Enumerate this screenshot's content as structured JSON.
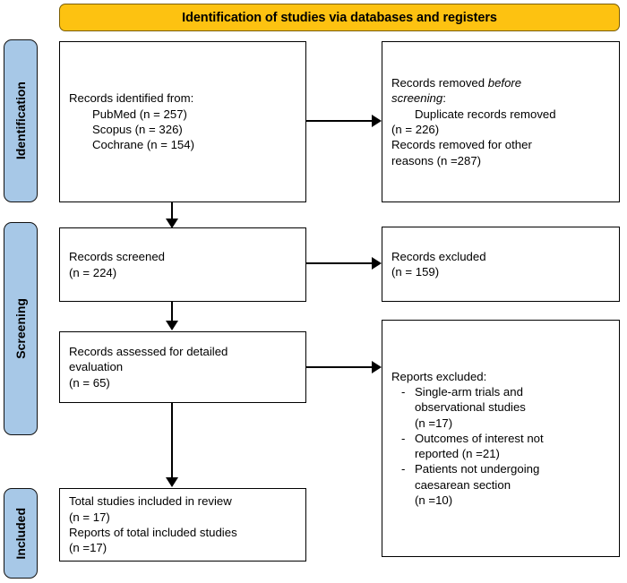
{
  "banner": {
    "title": "Identification of studies via databases and registers",
    "color": "#FDC211"
  },
  "stages": {
    "color": "#A7C8E7",
    "identification": "Identification",
    "screening": "Screening",
    "included": "Included"
  },
  "boxes": {
    "identified": {
      "line1": "Records identified from:",
      "line2": "PubMed (n = 257)",
      "line3": "Scopus (n = 326)",
      "line4": "Cochrane (n = 154)"
    },
    "removed": {
      "line1a": "Records removed ",
      "line1b": "before",
      "line2a": "screening",
      "line2b": ":",
      "line3": "Duplicate records removed",
      "line4": "(n = 226)",
      "line5": "Records removed for other",
      "line6": "reasons (n =287)"
    },
    "screened": {
      "line1": "Records screened",
      "line2": "(n = 224)"
    },
    "excluded": {
      "line1": "Records excluded",
      "line2": "(n = 159)"
    },
    "assessed": {
      "line1": "Records assessed for detailed",
      "line2": "evaluation",
      "line3": "(n = 65)"
    },
    "reports_excluded": {
      "heading": "Reports excluded:",
      "bullet_marker": "-",
      "items": [
        {
          "line1": "Single-arm trials and",
          "line2": "observational studies",
          "line3": "(n =17)"
        },
        {
          "line1": "Outcomes of interest not",
          "line2": "reported (n =21)",
          "line3": ""
        },
        {
          "line1": "Patients not undergoing",
          "line2": "caesarean section",
          "line3": "(n =10)"
        }
      ]
    },
    "included_total": {
      "line1": "Total studies included in review",
      "line2": "(n = 17)",
      "line3": "Reports of total included studies",
      "line4": "(n =17)"
    }
  }
}
